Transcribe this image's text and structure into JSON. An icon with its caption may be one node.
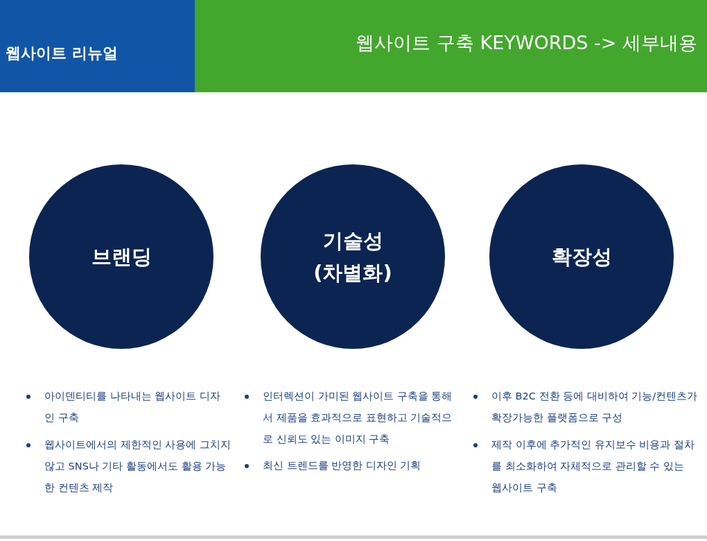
{
  "diagram": {
    "title": "웹사이트 구축 KEYWORDS -> 세부내용",
    "nodes": [
      {
        "text": [
          "브랜딩"
        ]
      },
      {
        "text": [
          "기술성 (차별화)"
        ]
      },
      {
        "text": [
          "확장성"
        ]
      }
    ],
    "labels": [
      "웹사이트 리뉴얼",
      "아이덴티티를 나타내는 웹사이트 디자인 구축",
      "웹사이트에서의 제한적인 사용에 그치지 않고 SNS나 기타 활동에서도 활용 가능한 컨텐츠 제작",
      "인터렉션이 가미된 웹사이트 구축을 통해서 제품을 효과적으로 표현하고 기술적으로 신뢰도 있는 이미지 구축",
      "최신 트렌드를 반영한 디자인 기획",
      "이후 B2C 전환 등에 대비하여 기능/컨텐츠가 확장가능한 플랫폼으로 구성",
      "제작 이후에 추가적인 유지보수 비용과 절차를 최소화하여 자체적으로 관리할 수 있는 웹사이트 구축"
    ]
  }
}
